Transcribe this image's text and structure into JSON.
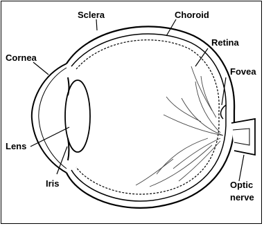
{
  "labels": {
    "sclera": "Sclera",
    "choroid": "Choroid",
    "retina": "Retina",
    "cornea": "Cornea",
    "fovea": "Fovea",
    "lens": "Lens",
    "iris": "Iris",
    "optic_line1": "Optic",
    "optic_line2": "nerve"
  }
}
